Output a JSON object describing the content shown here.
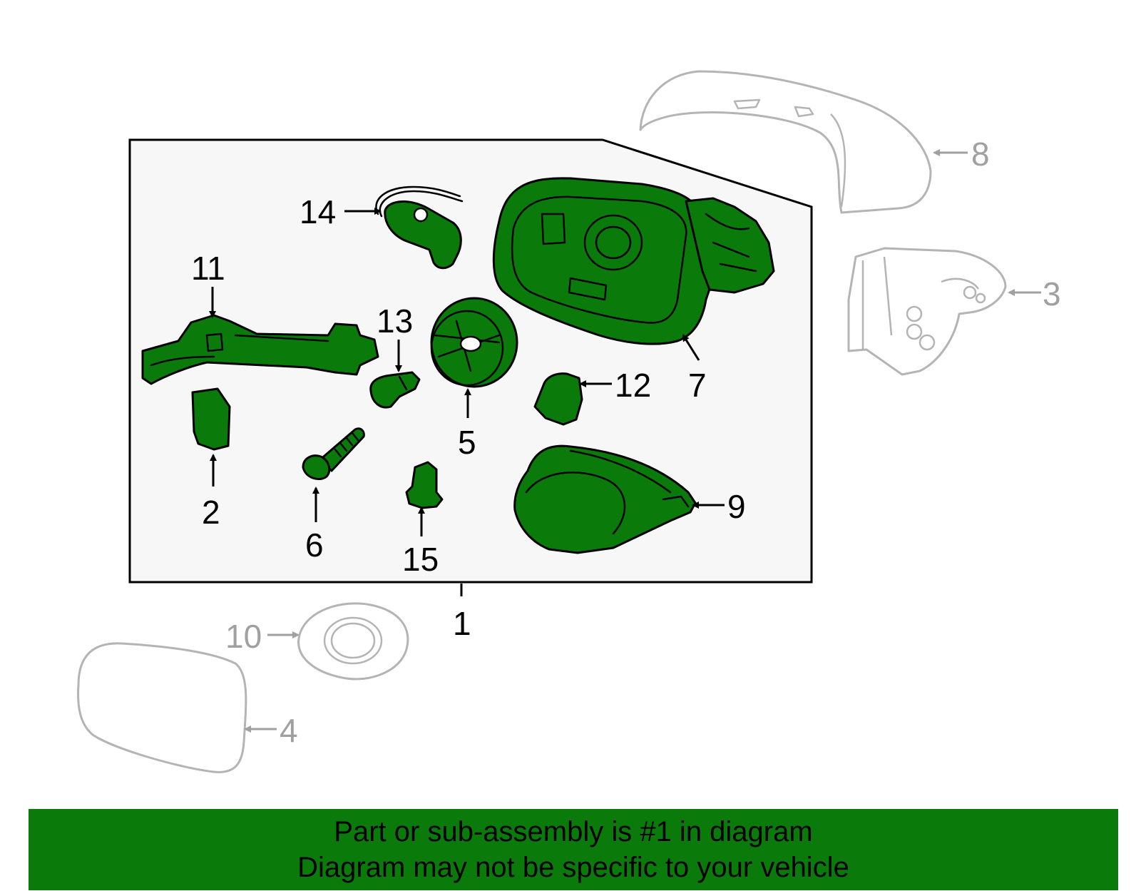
{
  "callouts": {
    "c1": "1",
    "c2": "2",
    "c3": "3",
    "c4": "4",
    "c5": "5",
    "c6": "6",
    "c7": "7",
    "c8": "8",
    "c9": "9",
    "c10": "10",
    "c11": "11",
    "c12": "12",
    "c13": "13",
    "c14": "14",
    "c15": "15"
  },
  "footer": {
    "line1": "Part or sub-assembly is #1 in diagram",
    "line2": "Diagram may not be specific to your vehicle"
  },
  "colors": {
    "highlight": "#0a7a0a",
    "panel": "#f7f7f7",
    "ghost": "#b4b4b4"
  }
}
